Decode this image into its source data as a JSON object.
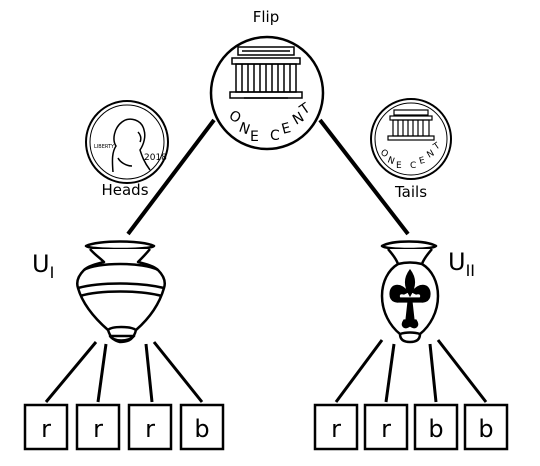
{
  "header": {
    "title": "Flip"
  },
  "coins": {
    "flip_coin_text": [
      "O",
      "N",
      "E",
      "C",
      "E",
      "N",
      "T"
    ],
    "heads": {
      "label": "Heads",
      "year": "2018",
      "motto": "LIBERTY"
    },
    "tails": {
      "label": "Tails",
      "coin_text": [
        "O",
        "N",
        "E",
        "C",
        "E",
        "N",
        "T"
      ]
    }
  },
  "urns": {
    "left": {
      "name": "U",
      "subscript": "I",
      "balls": [
        "r",
        "r",
        "r",
        "b"
      ]
    },
    "right": {
      "name": "U",
      "subscript": "II",
      "balls": [
        "r",
        "r",
        "b",
        "b"
      ]
    }
  }
}
